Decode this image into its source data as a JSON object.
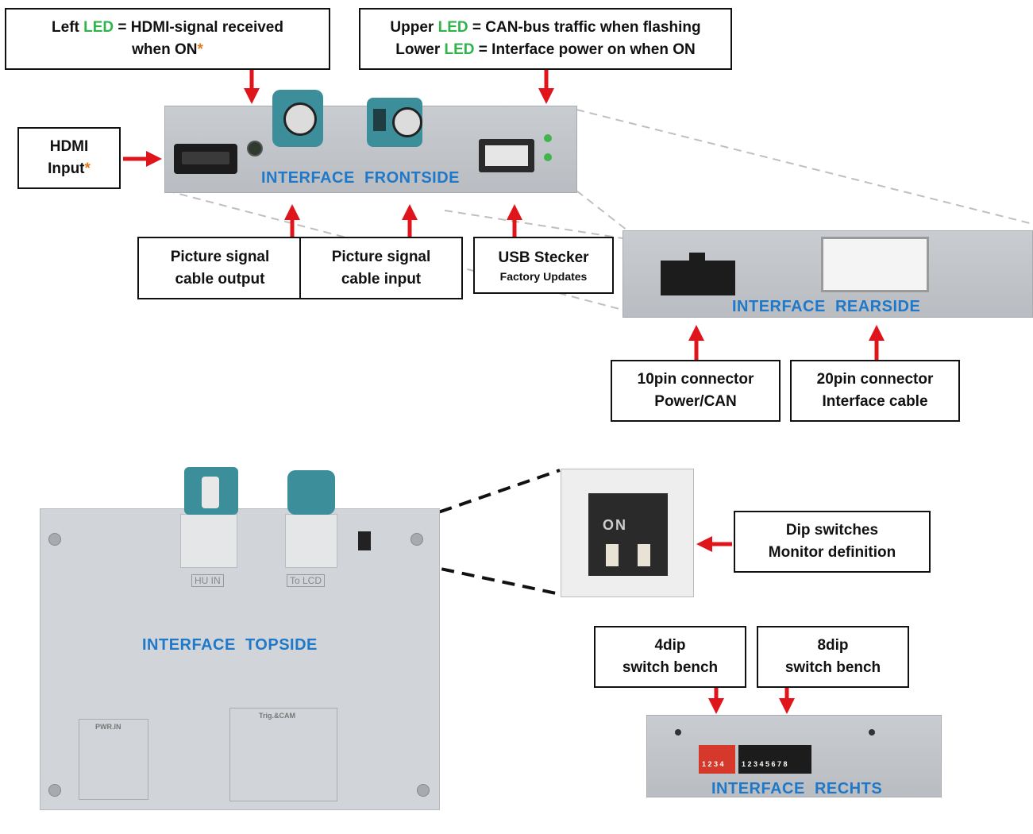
{
  "callouts": {
    "left_led": {
      "p1": "Left",
      "p2": "LED",
      "p3": "= HDMI-signal received",
      "p4": "when ON",
      "p5": "*"
    },
    "upper_led": {
      "l1a": "Upper",
      "l1b": "LED",
      "l1c": "= CAN-bus traffic when flashing",
      "l2a": "Lower",
      "l2b": "LED",
      "l2c": "= Interface power on when ON"
    },
    "hdmi_input": {
      "line1": "HDMI",
      "line2": "Input",
      "star": "*"
    },
    "picture_out": {
      "line1": "Picture signal",
      "line2": "cable output"
    },
    "picture_in": {
      "line1": "Picture signal",
      "line2": "cable input"
    },
    "usb": {
      "line1": "USB Stecker",
      "line2": "Factory Updates"
    },
    "pin10": {
      "line1": "10pin connector",
      "line2": "Power/CAN"
    },
    "pin20": {
      "line1": "20pin connector",
      "line2": "Interface cable"
    },
    "dip": {
      "line1": "Dip switches",
      "line2": "Monitor definition"
    },
    "dip4": {
      "line1": "4dip",
      "line2": "switch bench"
    },
    "dip8": {
      "line1": "8dip",
      "line2": "switch bench"
    }
  },
  "interface_labels": {
    "front": "INTERFACE  FRONTSIDE",
    "rear": "INTERFACE  REARSIDE",
    "top": "INTERFACE  TOPSIDE",
    "right": "INTERFACE  RECHTS"
  },
  "top_panel_labels": {
    "hu_in": "HU IN",
    "to_lcd": "To LCD",
    "pwr_title": "PWR.IN",
    "trig_title": "Trig.&CAM"
  },
  "dip_closeup": {
    "on_text": "ON"
  },
  "dip_numbers": {
    "four": "1 2 3 4",
    "eight": "1 2 3 4 5 6 7 8",
    "on": "ON"
  },
  "colors": {
    "arrow": "#e0141b",
    "label_blue": "#1f78c8",
    "led_green": "#2fb34a",
    "asterisk": "#e37a1b"
  }
}
